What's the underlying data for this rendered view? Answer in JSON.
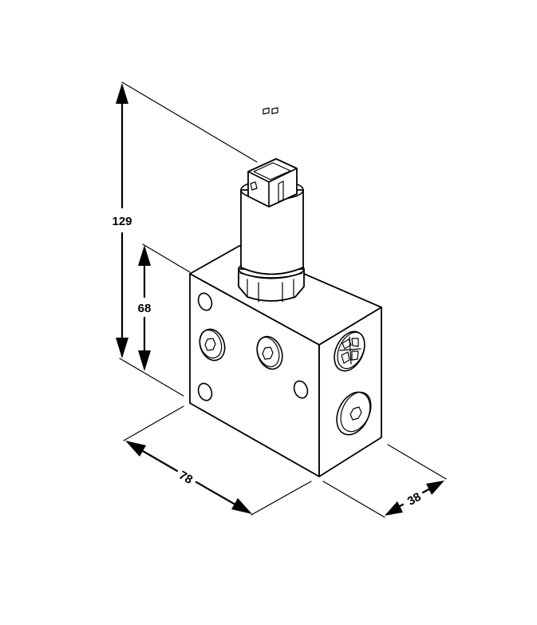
{
  "drawing": {
    "title": "Valve block with solenoid coil – isometric dimension drawing",
    "line_color": "#000000",
    "background": "#ffffff"
  },
  "dimensions": {
    "overall_height": {
      "label": "129",
      "orientation": "vertical"
    },
    "block_height": {
      "label": "68",
      "orientation": "vertical"
    },
    "block_width": {
      "label": "78",
      "orientation": "isometric-left"
    },
    "block_depth": {
      "label": "38",
      "orientation": "isometric-right"
    }
  },
  "components": [
    {
      "name": "valve-block",
      "description": "Rectangular manifold block"
    },
    {
      "name": "solenoid-coil",
      "description": "Cylindrical coil on top of block"
    },
    {
      "name": "hex-nut",
      "description": "Coil retaining nut"
    },
    {
      "name": "connector",
      "description": "Electrical plug connector with two pins"
    },
    {
      "name": "mounting-holes",
      "count": 4
    },
    {
      "name": "hex-socket-plugs",
      "count": 3
    },
    {
      "name": "adjuster-cap",
      "count": 1
    }
  ]
}
